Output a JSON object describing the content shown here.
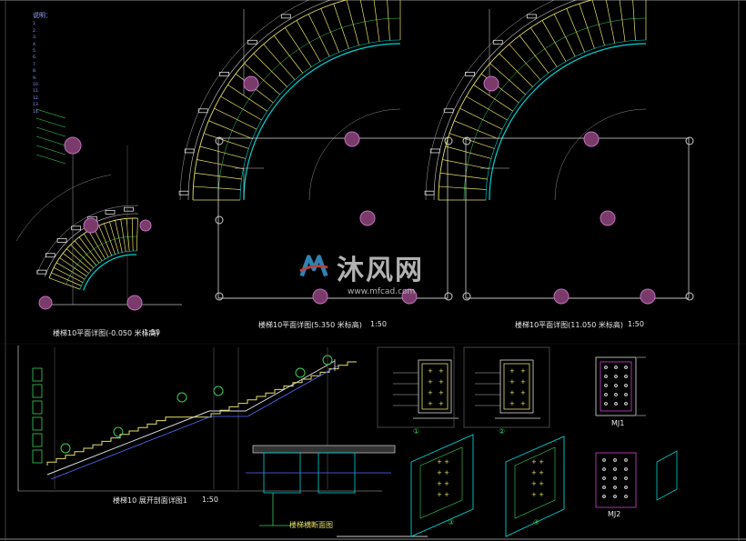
{
  "titles": {
    "plan1": "楼梯10平面详图(-0.050 米标高)",
    "plan1_scale": "1:50",
    "plan2": "楼梯10平面详图(5.350 米标高)",
    "plan2_scale": "1:50",
    "plan3": "楼梯10平面详图(11.050 米标高)",
    "plan3_scale": "1:50",
    "section": "楼梯10  展开剖面详图1",
    "section_scale": "1:50",
    "crosssection": "楼梯横断面图"
  },
  "notes": {
    "heading": "说明：",
    "lines": [
      "1.",
      "2.",
      "3.",
      "4.",
      "5.",
      "6.",
      "7.",
      "8.",
      "9.",
      "10.",
      "11.",
      "12.",
      "13.",
      "14."
    ]
  },
  "details": {
    "d1": "①",
    "d2": "②",
    "d3": "③",
    "d4": "④",
    "mj1": "MJ1",
    "mj2": "MJ2"
  },
  "watermark": {
    "brand": "沐风网",
    "url": "www.mfcad.com"
  },
  "colors": {
    "background": "#000000",
    "treads": "#e5e066",
    "column": "#7a3b6b",
    "edge": "#00d2d2",
    "blue": "#5a6cff",
    "white": "#e8e8e8",
    "green": "#39d05a",
    "magenta": "#d040d0"
  }
}
